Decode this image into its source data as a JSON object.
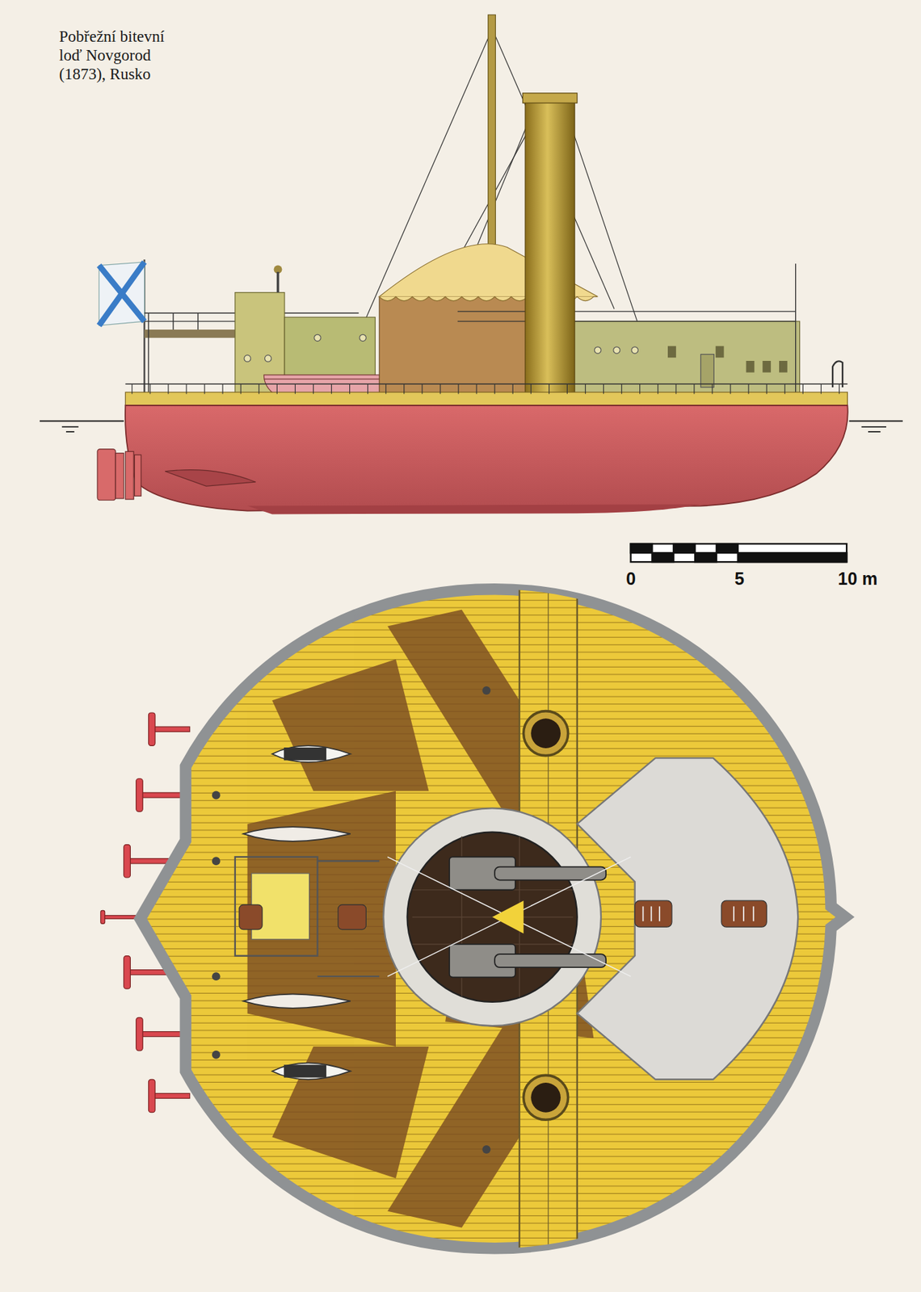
{
  "diagram": {
    "title": "Pobřežní bitevní loď Novgorod (1873), Rusko",
    "labels": [
      "0",
      "5",
      "10 m"
    ]
  }
}
